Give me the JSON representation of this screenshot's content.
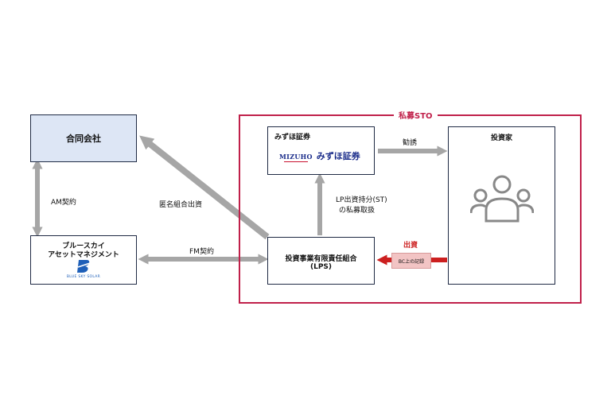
{
  "sto_frame": {
    "title": "私募STO",
    "border_color": "#c0204a"
  },
  "goudou": {
    "label": "合同会社",
    "fill": "#dde6f5"
  },
  "bluesky": {
    "line1": "ブルースカイ",
    "line2": "アセットマネジメント",
    "logo_text": "BLUE SKY SOLAR",
    "logo_color": "#1e5fb8"
  },
  "mizuho": {
    "title": "みずほ証券",
    "logo_en": "MIZUHO",
    "logo_jp": "みずほ証券",
    "logo_color": "#1a2c8a",
    "logo_accent": "#c8102e"
  },
  "lps": {
    "line1": "投資事業有限責任組合",
    "line2": "(LPS)"
  },
  "investor": {
    "label": "投資家",
    "icon": "group-of-people-icon"
  },
  "edges": {
    "am_contract": "AM契約",
    "fm_contract": "FM契約",
    "tokumei": "匿名組合出資",
    "lp_line1": "LP出資持分(ST)",
    "lp_line2": "の私募取扱",
    "kanyu": "勧誘",
    "shusshi": "出資",
    "bc_record": "BC上の記録"
  },
  "colors": {
    "arrow_gray": "#a6a6a6",
    "arrow_red": "#cc1f1f",
    "bc_fill": "#f2c4c4"
  }
}
